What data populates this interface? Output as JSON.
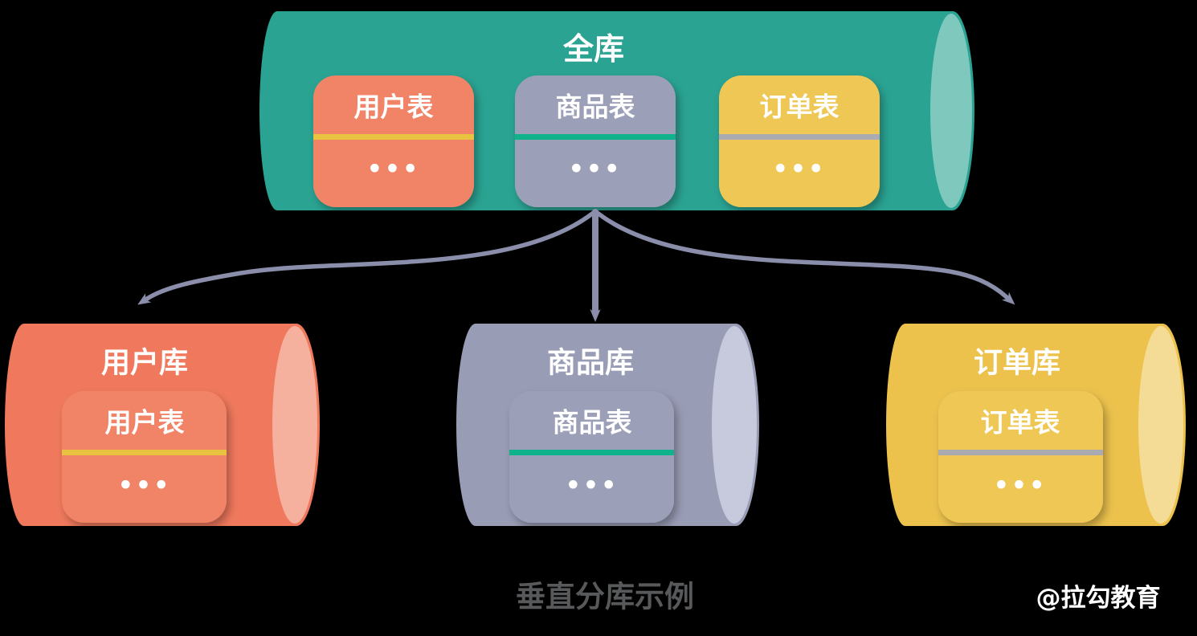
{
  "diagram": {
    "caption": "垂直分库示例",
    "watermark": "@拉勾教育"
  },
  "full_db": {
    "label": "全库",
    "tables": [
      {
        "label": "用户表",
        "rows": "•••"
      },
      {
        "label": "商品表",
        "rows": "•••"
      },
      {
        "label": "订单表",
        "rows": "•••"
      }
    ]
  },
  "shards": [
    {
      "label": "用户库",
      "table": {
        "label": "用户表",
        "rows": "•••"
      }
    },
    {
      "label": "商品库",
      "table": {
        "label": "商品表",
        "rows": "•••"
      }
    },
    {
      "label": "订单库",
      "table": {
        "label": "订单表",
        "rows": "•••"
      }
    }
  ],
  "colors": {
    "background": "#000000",
    "teal_body": "#2AA392",
    "teal_cap": "#7EC8BD",
    "salmon_body": "#F0795D",
    "salmon_box": "#F18366",
    "salmon_cap": "#F5B19E",
    "purple_body": "#999CB5",
    "purple_box": "#9C9FB8",
    "purple_cap": "#C7CADC",
    "yellow_body": "#ECC24D",
    "yellow_box": "#EEC755",
    "yellow_cap": "#F5DC96",
    "divider_yellow": "#E8C33F",
    "divider_green": "#10B28C",
    "divider_gray": "#A9AAB2",
    "arrow": "#8A8EAA",
    "caption_text": "#58595B",
    "label_text": "#FFFFFF"
  }
}
